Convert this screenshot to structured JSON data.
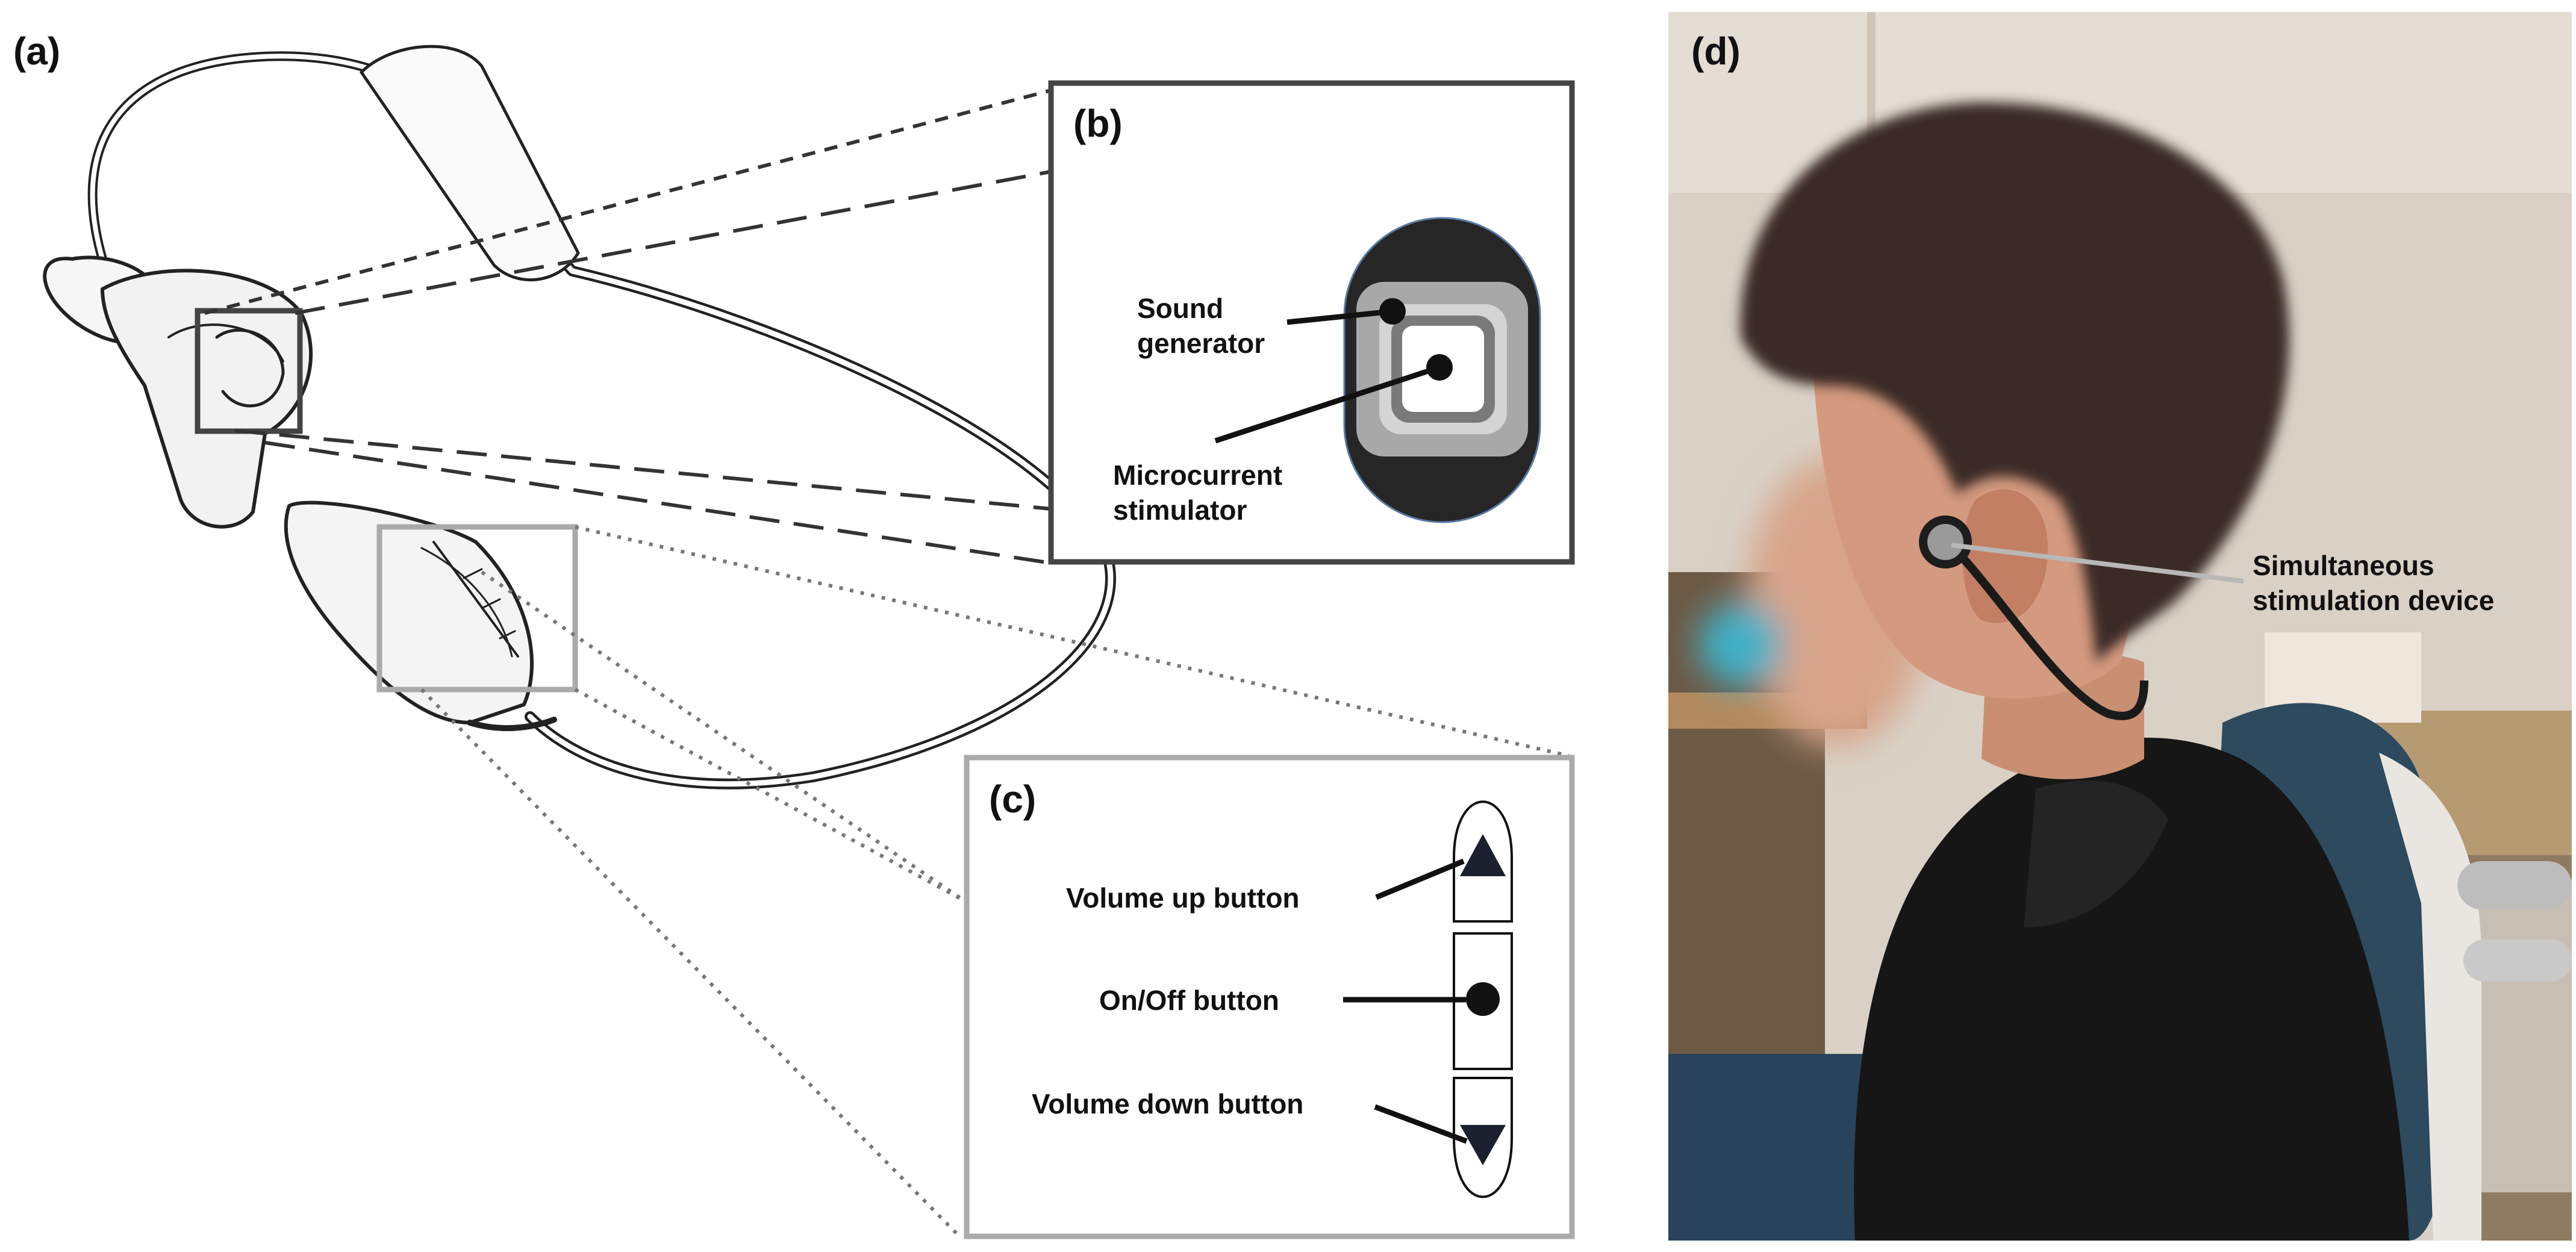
{
  "panels": {
    "a": {
      "label": "(a)"
    },
    "b": {
      "label": "(b)",
      "sound_generator": "Sound generator",
      "microcurrent_stimulator": "Microcurrent stimulator"
    },
    "c": {
      "label": "(c)",
      "volume_up": "Volume up button",
      "on_off": "On/Off button",
      "volume_down": "Volume down button"
    },
    "d": {
      "label": "(d)",
      "device_callout": "Simultaneous stimulation device"
    }
  },
  "colors": {
    "panel_b_frame": "#444444",
    "panel_c_frame": "#aaaaaa",
    "device_outer": "#262626",
    "device_middle": "#a8a8a8",
    "device_inner_ring": "#7a7a7a",
    "photo_wall": "#d9d1c6",
    "hoodie": "#161616",
    "hair": "#3b2a25",
    "chair": "#2e4a5e",
    "callout_line": "#b8b8b8"
  }
}
